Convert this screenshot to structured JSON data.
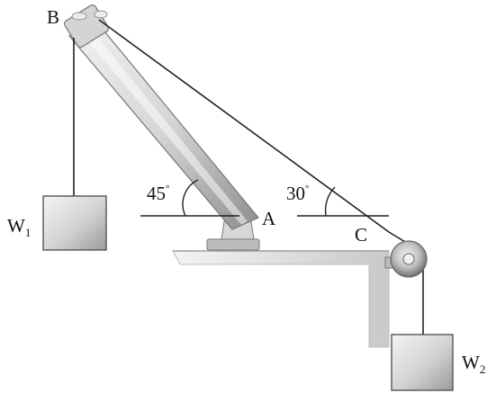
{
  "labels": {
    "B": "B",
    "A": "A",
    "C": "C",
    "W1": {
      "main": "W",
      "sub": "1"
    },
    "W2": {
      "main": "W",
      "sub": "2"
    }
  },
  "angles": {
    "boom": {
      "value": "45",
      "unit": "°"
    },
    "cable": {
      "value": "30",
      "unit": "°"
    }
  },
  "colors": {
    "boom_light": "#e7e7e7",
    "boom_dark": "#8a8a8a",
    "metal": "#cfcfcf",
    "line": "#222222",
    "weight_light": "#eeeeee",
    "weight_dark": "#a9a9a9"
  }
}
